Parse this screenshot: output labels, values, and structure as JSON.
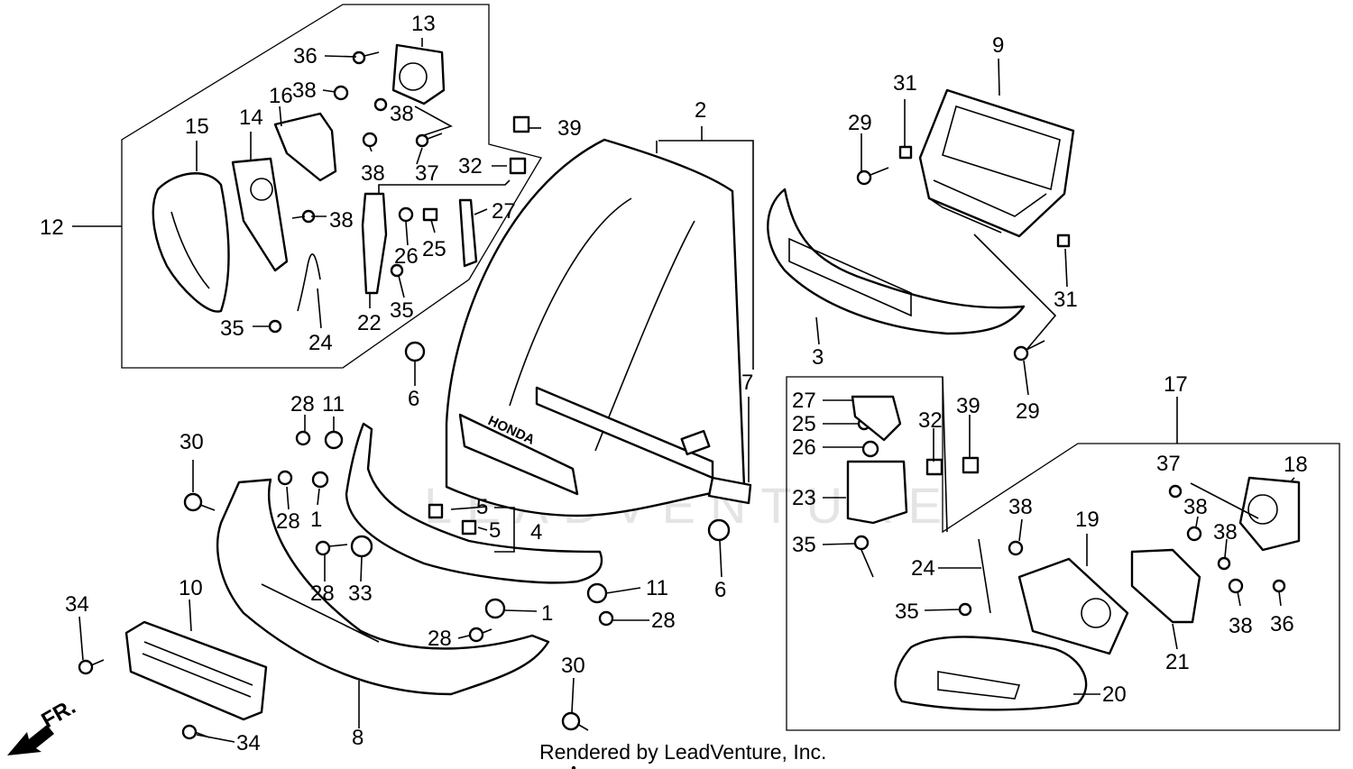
{
  "diagram": {
    "watermark_text": "LEADVENTURE",
    "brand_mark": "HONDA",
    "direction_label": "FR.",
    "credit": "Rendered by LeadVenture, Inc.",
    "callouts": {
      "c1a": "1",
      "c1b": "1",
      "c2": "2",
      "c3": "3",
      "c4": "4",
      "c5a": "5",
      "c5b": "5",
      "c6a": "6",
      "c6b": "6",
      "c7": "7",
      "c8": "8",
      "c9": "9",
      "c10": "10",
      "c11a": "11",
      "c11b": "11",
      "c12": "12",
      "c13": "13",
      "c14": "14",
      "c15": "15",
      "c16": "16",
      "c17": "17",
      "c18": "18",
      "c19": "19",
      "c20": "20",
      "c21": "21",
      "c22": "22",
      "c23": "23",
      "c24a": "24",
      "c24b": "24",
      "c25a": "25",
      "c25b": "25",
      "c26a": "26",
      "c26b": "26",
      "c27a": "27",
      "c27b": "27",
      "c28a": "28",
      "c28b": "28",
      "c28c": "28",
      "c28d": "28",
      "c28e": "28",
      "c29a": "29",
      "c29b": "29",
      "c30a": "30",
      "c30b": "30",
      "c31a": "31",
      "c31b": "31",
      "c32a": "32",
      "c32b": "32",
      "c33": "33",
      "c34a": "34",
      "c34b": "34",
      "c35a": "35",
      "c35b": "35",
      "c35c": "35",
      "c35d": "35",
      "c36a": "36",
      "c36b": "36",
      "c37a": "37",
      "c37b": "37",
      "c38a": "38",
      "c38b": "38",
      "c38c": "38",
      "c38d": "38",
      "c38e": "38",
      "c38f": "38",
      "c38g": "38",
      "c38h": "38",
      "c39a": "39",
      "c39b": "39"
    }
  }
}
